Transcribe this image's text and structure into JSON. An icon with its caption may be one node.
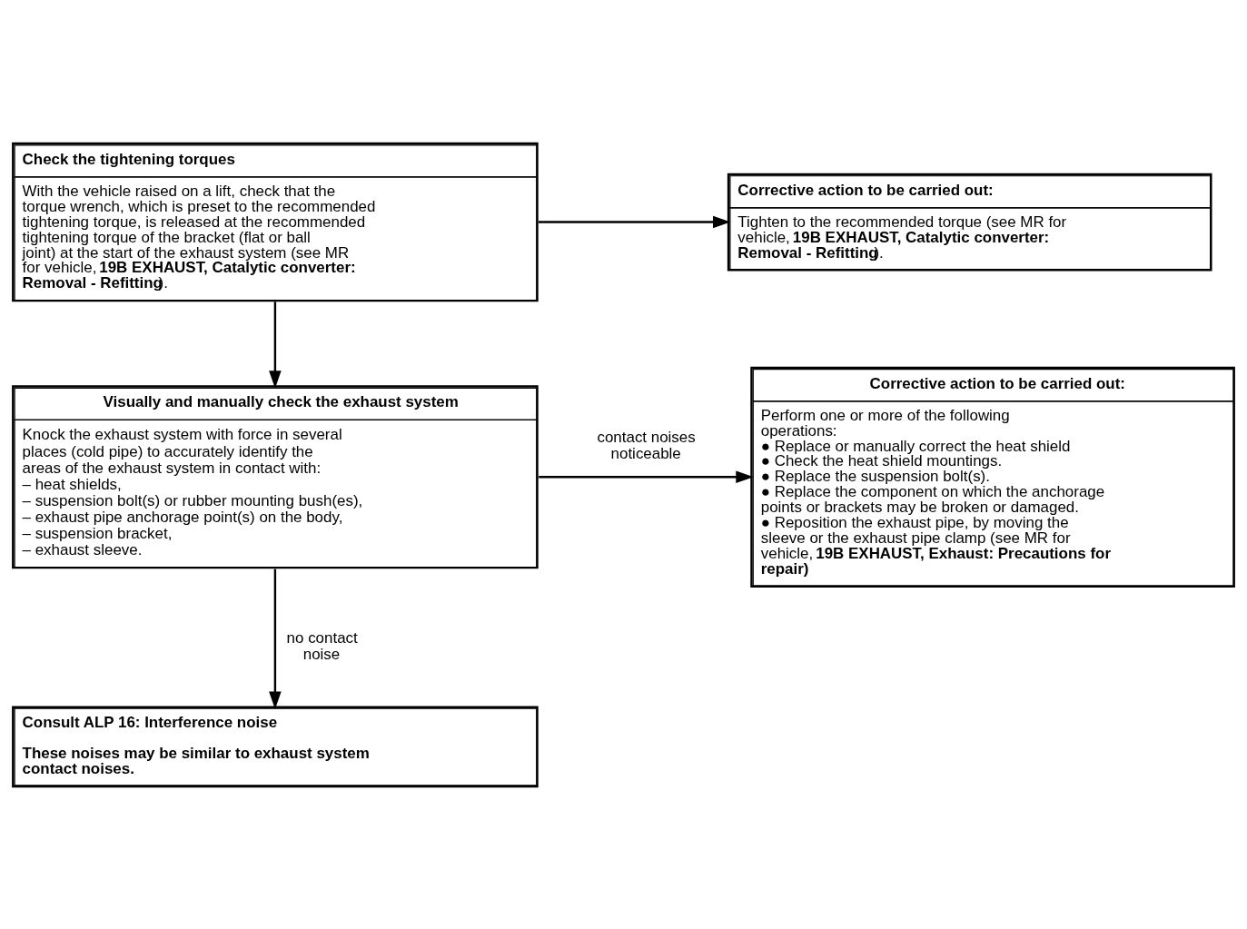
{
  "diagram": {
    "nodes": [
      {
        "text": [
          "Check the tightening torques",
          "With the vehicle raised on a lift, check that the torque wrench, which is preset to the recommended tightening torque, is released at the recommended tightening torque of the bracket (flat or ball joint) at the start of the exhaust system (see MR for vehicle, **19B EXHAUST, Catalytic converter: Removal - Refitting**)."
        ]
      },
      {
        "text": [
          "Corrective action to be carried out:",
          "Tighten to the recommended torque (see MR for vehicle, **19B EXHAUST, Catalytic converter: Removal - Refitting**)."
        ]
      },
      {
        "text": [
          "Visually and manually check the exhaust system",
          "Knock the exhaust system with force in several places (cold pipe) to accurately identify the areas of the exhaust system in contact with:",
          "– heat shields,",
          "– suspension bolt(s) or rubber mounting bush(es),",
          "– exhaust pipe anchorage point(s) on the body,",
          "– suspension bracket,",
          "– exhaust sleeve."
        ]
      },
      {
        "text": [
          "Corrective action to be carried out:",
          "Perform one or more of the following operations:",
          "● Replace or manually correct the heat shield",
          "● Check the heat shield mountings.",
          "● Replace the suspension bolt(s).",
          "● Replace the component on which the anchorage points or brackets may be broken or damaged.",
          "● Reposition the exhaust pipe, by moving the sleeve or the exhaust pipe clamp (see MR for vehicle, **19B EXHAUST, Exhaust: Precautions for repair)**"
        ]
      },
      {
        "text": [
          "Consult ALP 16: Interference noise",
          "These noises may be similar to exhaust system contact noises."
        ]
      }
    ],
    "edges": [
      {
        "from": 0,
        "to": 1,
        "arrow": "to"
      },
      {
        "from": 0,
        "to": 2,
        "arrow": "to"
      },
      {
        "from": 2,
        "to": 3,
        "arrow": "to",
        "label": "contact noises noticeable"
      },
      {
        "from": 2,
        "to": 4,
        "arrow": "to",
        "label": "no contact noise"
      }
    ]
  }
}
